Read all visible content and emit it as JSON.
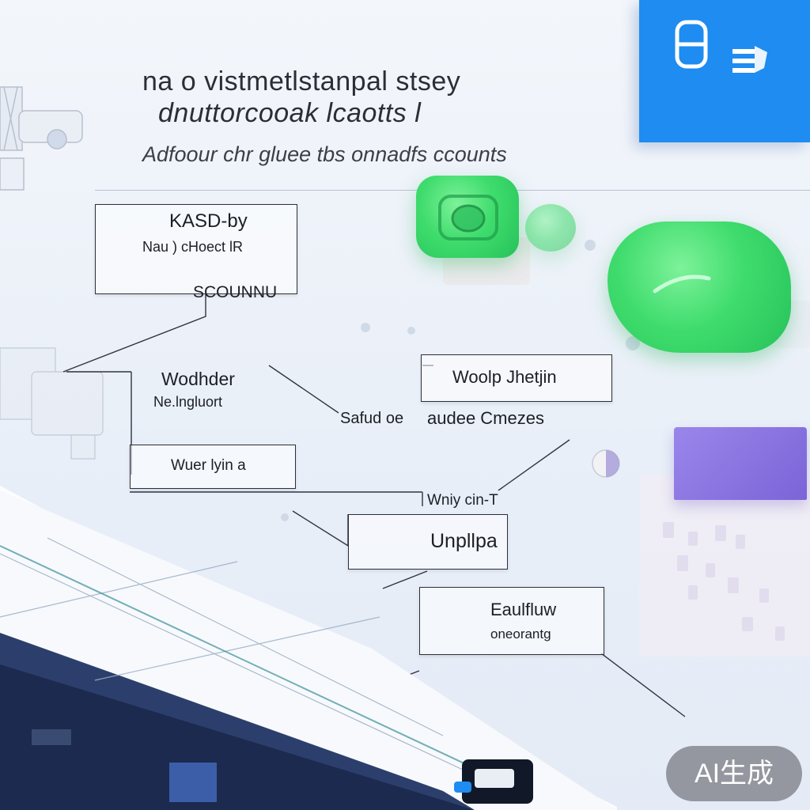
{
  "header": {
    "title_line1": "na o vistmetlstanpal stsey",
    "title_line2": "dnuttorcooak lcaotts l",
    "subtitle": "Adfoour chr gluee tbs onnadfs ccounts"
  },
  "nodes": {
    "n1": {
      "line1": "KASD-by",
      "line2": "Nau ) cHoect lR",
      "line3": "SCOUNNU"
    },
    "n2": {
      "line1": "Wodhder",
      "line2": "Ne.lngluort"
    },
    "n3": {
      "line1": "Wuer lyin a"
    },
    "n4": {
      "line1": "Woolp Jhetjin"
    },
    "n5": {
      "line1": "Wniy cin-T"
    },
    "n6": {
      "line1": "Unpllpa"
    },
    "n7": {
      "line1": "Eaulfluw",
      "line2": "oneorantg"
    }
  },
  "labels": {
    "mid_left": "Safud oe",
    "mid_right": "audee Cmezes"
  },
  "badge": {
    "text": "AI生成"
  },
  "colors": {
    "accent_blue": "#1e8cf0",
    "green": "#3fdc6d",
    "purple": "#8a74e2",
    "navy": "#1b2a4e"
  },
  "icons": [
    "window-icon",
    "stack-icon",
    "camera-icon",
    "chat-bubble-icon",
    "cube-icon"
  ]
}
